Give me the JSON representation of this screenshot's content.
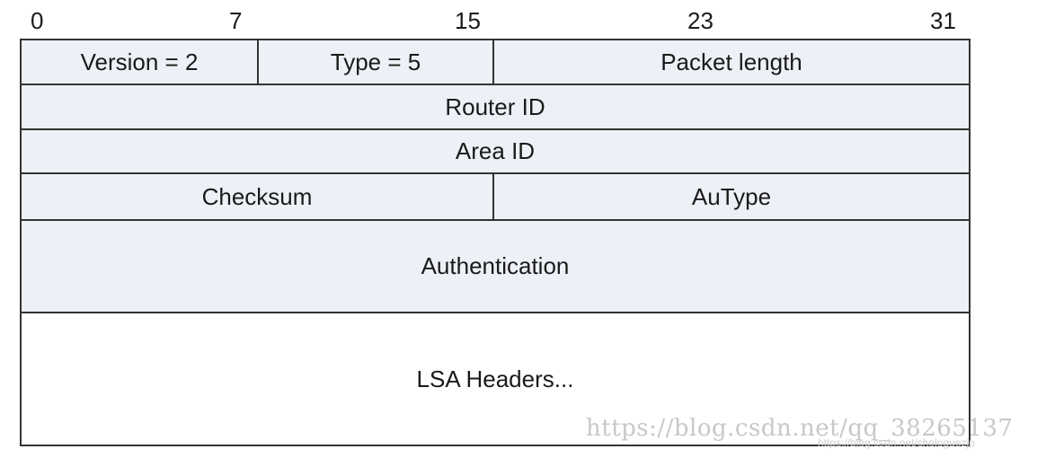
{
  "bit_ruler": [
    "0",
    "7",
    "15",
    "23",
    "31"
  ],
  "rows": [
    {
      "cells": [
        "Version = 2",
        "Type = 5",
        "Packet length"
      ]
    },
    {
      "cells": [
        "Router ID"
      ]
    },
    {
      "cells": [
        "Area ID"
      ]
    },
    {
      "cells": [
        "Checksum",
        "AuType"
      ]
    },
    {
      "cells": [
        "Authentication"
      ]
    },
    {
      "cells": [
        "LSA Headers..."
      ]
    }
  ],
  "watermark": {
    "main": "https://blog.csdn.net/qq_38265137",
    "sub": "https://blog.csdn.net/chologuezjp"
  }
}
